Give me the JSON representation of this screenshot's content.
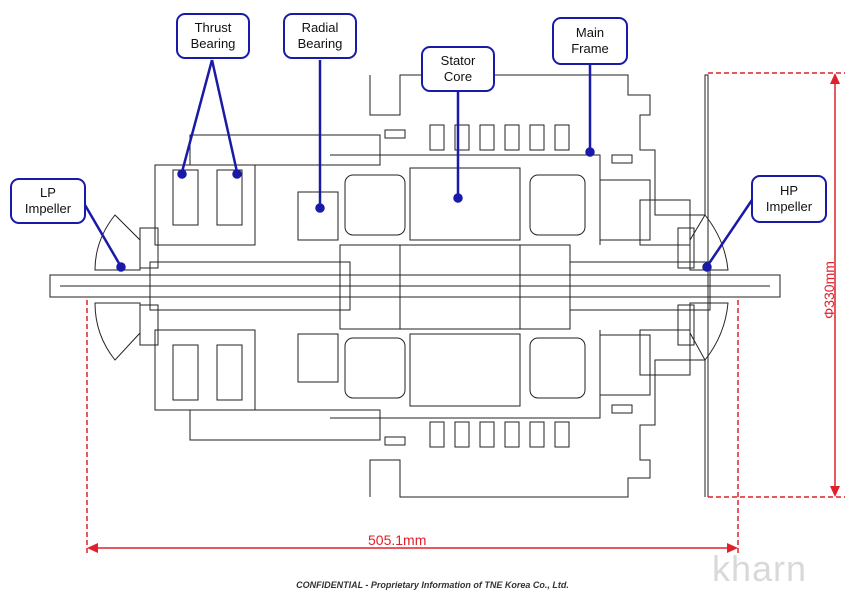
{
  "labels": {
    "thrust_bearing": [
      "Thrust",
      "Bearing"
    ],
    "radial_bearing": [
      "Radial",
      "Bearing"
    ],
    "stator_core": [
      "Stator",
      "Core"
    ],
    "main_frame": [
      "Main",
      "Frame"
    ],
    "lp_impeller": [
      "LP",
      "Impeller"
    ],
    "hp_impeller": [
      "HP",
      "Impeller"
    ]
  },
  "dimensions": {
    "diameter": "Φ330mm",
    "length": "505.1mm"
  },
  "footer": "CONFIDENTIAL - Proprietary Information of TNE Korea Co., Ltd.",
  "watermark": "kharn",
  "colors": {
    "label_border": "#1a1aa8",
    "leader": "#1a1aa8",
    "dimension": "#e0202a",
    "drawing": "#222222"
  }
}
